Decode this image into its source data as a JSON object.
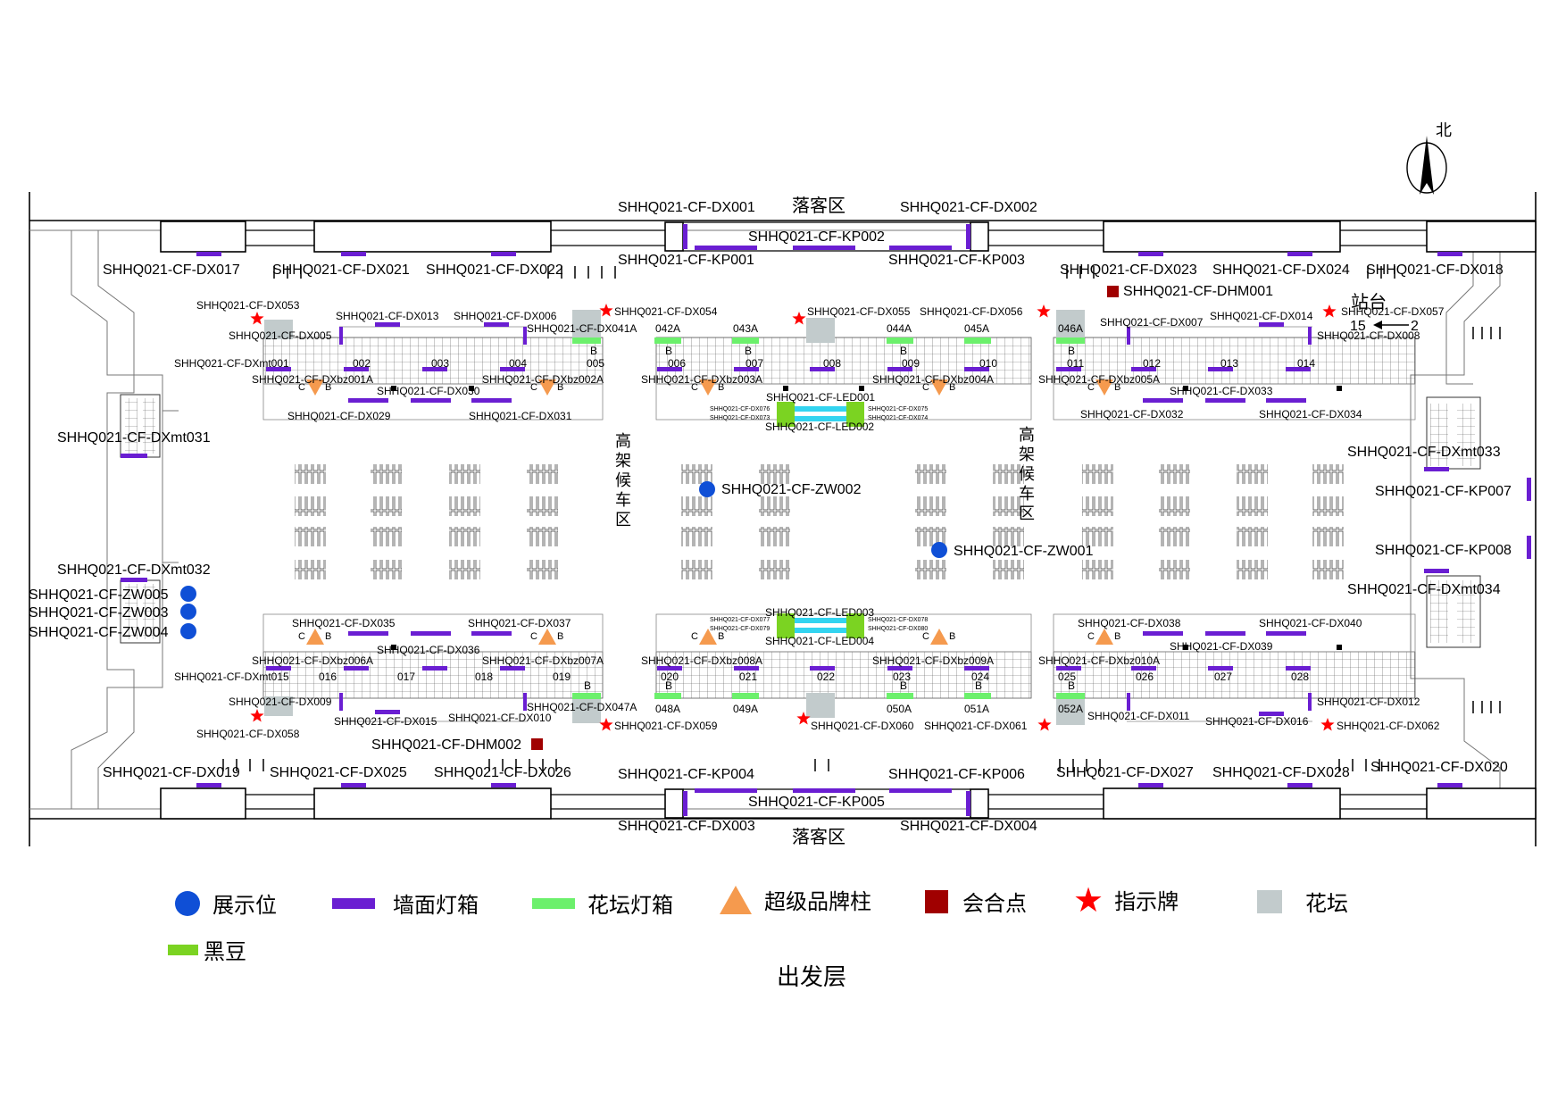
{
  "colors": {
    "wall_lightbox": "#6a1ed2",
    "flowerbed_lightbox": "#6cf06c",
    "super_brand_pillar": "#f59a4e",
    "meeting_point": "#a00000",
    "sign": "#ff0000",
    "flowerbed": "#c2cbcc",
    "black_bean": "#7bd322",
    "display_position": "#0f4fd6",
    "led": "#33d4f0"
  },
  "north": {
    "label": "北"
  },
  "zones": {
    "drop_off_top": "落客区",
    "drop_off_bottom": "落客区",
    "waiting_left": "高架候车区",
    "waiting_right": "高架候车区"
  },
  "station": {
    "title": "站台",
    "range_left": "15",
    "range_right": "2",
    "arrow": "←"
  },
  "floor_title": "出发层",
  "legend": [
    {
      "key": "display_position",
      "label": "展示位",
      "icon": "circle-icon"
    },
    {
      "key": "wall_lightbox",
      "label": "墙面灯箱",
      "icon": "bar-icon"
    },
    {
      "key": "flowerbed_lightbox",
      "label": "花坛灯箱",
      "icon": "bar-icon"
    },
    {
      "key": "super_brand_pillar",
      "label": "超级品牌柱",
      "icon": "triangle-icon"
    },
    {
      "key": "meeting_point",
      "label": "会合点",
      "icon": "square-icon"
    },
    {
      "key": "sign",
      "label": "指示牌",
      "icon": "star-icon"
    },
    {
      "key": "flowerbed",
      "label": "花坛",
      "icon": "square-icon"
    },
    {
      "key": "black_bean",
      "label": "黑豆",
      "icon": "bar-icon"
    }
  ],
  "labels": {
    "DX001": "SHHQ021-CF-DX001",
    "DX002": "SHHQ021-CF-DX002",
    "KP002": "SHHQ021-CF-KP002",
    "KP001": "SHHQ021-CF-KP001",
    "KP003": "SHHQ021-CF-KP003",
    "DX017": "SHHQ021-CF-DX017",
    "DX021": "SHHQ021-CF-DX021",
    "DX022": "SHHQ021-CF-DX022",
    "DX023": "SHHQ021-CF-DX023",
    "DX024": "SHHQ021-CF-DX024",
    "DX018": "SHHQ021-CF-DX018",
    "DHM001": "SHHQ021-CF-DHM001",
    "DX053": "SHHQ021-CF-DX053",
    "DX054": "SHHQ021-CF-DX054",
    "DX055": "SHHQ021-CF-DX055",
    "DX056": "SHHQ021-CF-DX056",
    "DX057": "SHHQ021-CF-DX057",
    "DX013": "SHHQ021-CF-DX013",
    "DX006": "SHHQ021-CF-DX006",
    "DX005": "SHHQ021-CF-DX005",
    "DX041A": "SHHQ021-CF-DX041A",
    "DX007": "SHHQ021-CF-DX007",
    "DX014": "SHHQ021-CF-DX014",
    "DX008": "SHHQ021-CF-DX008",
    "DXmt001": "SHHQ021-CF-DXmt001",
    "DXbz001A": "SHHQ021-CF-DXbz001A",
    "DXbz002A": "SHHQ021-CF-DXbz002A",
    "DXbz003A": "SHHQ021-CF-DXbz003A",
    "DXbz004A": "SHHQ021-CF-DXbz004A",
    "DXbz005A": "SHHQ021-CF-DXbz005A",
    "DX030": "SHHQ021-CF-DX030",
    "DX033": "SHHQ021-CF-DX033",
    "DX029": "SHHQ021-CF-DX029",
    "DX031": "SHHQ021-CF-DX031",
    "DX032": "SHHQ021-CF-DX032",
    "DX034": "SHHQ021-CF-DX034",
    "LED001": "SHHQ021-CF-LED001",
    "LED002": "SHHQ021-CF-LED002",
    "LED003": "SHHQ021-CF-LED003",
    "LED004": "SHHQ021-CF-LED004",
    "DX076": "SHHQ021-CF-DX076",
    "DX073": "SHHQ021-CF-DX073",
    "DX075": "SHHQ021-CF-DX075",
    "DX074": "SHHQ021-CF-DX074",
    "DX077": "SHHQ021-CF-DX077",
    "DX079": "SHHQ021-CF-DX079",
    "DX078": "SHHQ021-CF-DX078",
    "DX080": "SHHQ021-CF-DX080",
    "DXmt031": "SHHQ021-CF-DXmt031",
    "DXmt032": "SHHQ021-CF-DXmt032",
    "DXmt033": "SHHQ021-CF-DXmt033",
    "DXmt034": "SHHQ021-CF-DXmt034",
    "KP007": "SHHQ021-CF-KP007",
    "KP008": "SHHQ021-CF-KP008",
    "ZW001": "SHHQ021-CF-ZW001",
    "ZW002": "SHHQ021-CF-ZW002",
    "ZW003": "SHHQ021-CF-ZW003",
    "ZW004": "SHHQ021-CF-ZW004",
    "ZW005": "SHHQ021-CF-ZW005",
    "DX035": "SHHQ021-CF-DX035",
    "DX037": "SHHQ021-CF-DX037",
    "DX036": "SHHQ021-CF-DX036",
    "DX038": "SHHQ021-CF-DX038",
    "DX039": "SHHQ021-CF-DX039",
    "DX040": "SHHQ021-CF-DX040",
    "DXbz006A": "SHHQ021-CF-DXbz006A",
    "DXbz007A": "SHHQ021-CF-DXbz007A",
    "DXbz008A": "SHHQ021-CF-DXbz008A",
    "DXbz009A": "SHHQ021-CF-DXbz009A",
    "DXbz010A": "SHHQ021-CF-DXbz010A",
    "DXmt015": "SHHQ021-CF-DXmt015",
    "DX009": "SHHQ021-CF-DX009",
    "DX047A": "SHHQ021-CF-DX047A",
    "DX012": "SHHQ021-CF-DX012",
    "DX058": "SHHQ021-CF-DX058",
    "DX015": "SHHQ021-CF-DX015",
    "DX010": "SHHQ021-CF-DX010",
    "DX059": "SHHQ021-CF-DX059",
    "DX060": "SHHQ021-CF-DX060",
    "DX061": "SHHQ021-CF-DX061",
    "DX011": "SHHQ021-CF-DX011",
    "DX016": "SHHQ021-CF-DX016",
    "DX062": "SHHQ021-CF-DX062",
    "DHM002": "SHHQ021-CF-DHM002",
    "DX019": "SHHQ021-CF-DX019",
    "DX025": "SHHQ021-CF-DX025",
    "DX026": "SHHQ021-CF-DX026",
    "KP004": "SHHQ021-CF-KP004",
    "KP006": "SHHQ021-CF-KP006",
    "KP005": "SHHQ021-CF-KP005",
    "DX027": "SHHQ021-CF-DX027",
    "DX028": "SHHQ021-CF-DX028",
    "DX020": "SHHQ021-CF-DX020",
    "DX003": "SHHQ021-CF-DX003",
    "DX004": "SHHQ021-CF-DX004"
  },
  "gates_top": [
    "002",
    "003",
    "004",
    "005",
    "006",
    "007",
    "008",
    "009",
    "010",
    "011",
    "012",
    "013",
    "014"
  ],
  "gates_bottom": [
    "016",
    "017",
    "018",
    "019",
    "020",
    "021",
    "022",
    "023",
    "024",
    "025",
    "026",
    "027",
    "028"
  ],
  "gates_a_top": [
    "042A",
    "043A",
    "044A",
    "045A",
    "046A"
  ],
  "gates_a_bottom": [
    "048A",
    "049A",
    "050A",
    "051A",
    "052A"
  ],
  "ticket_b": "B",
  "ticket_c": "C",
  "ticket_sep": "□",
  "ticket_small_b": "B"
}
